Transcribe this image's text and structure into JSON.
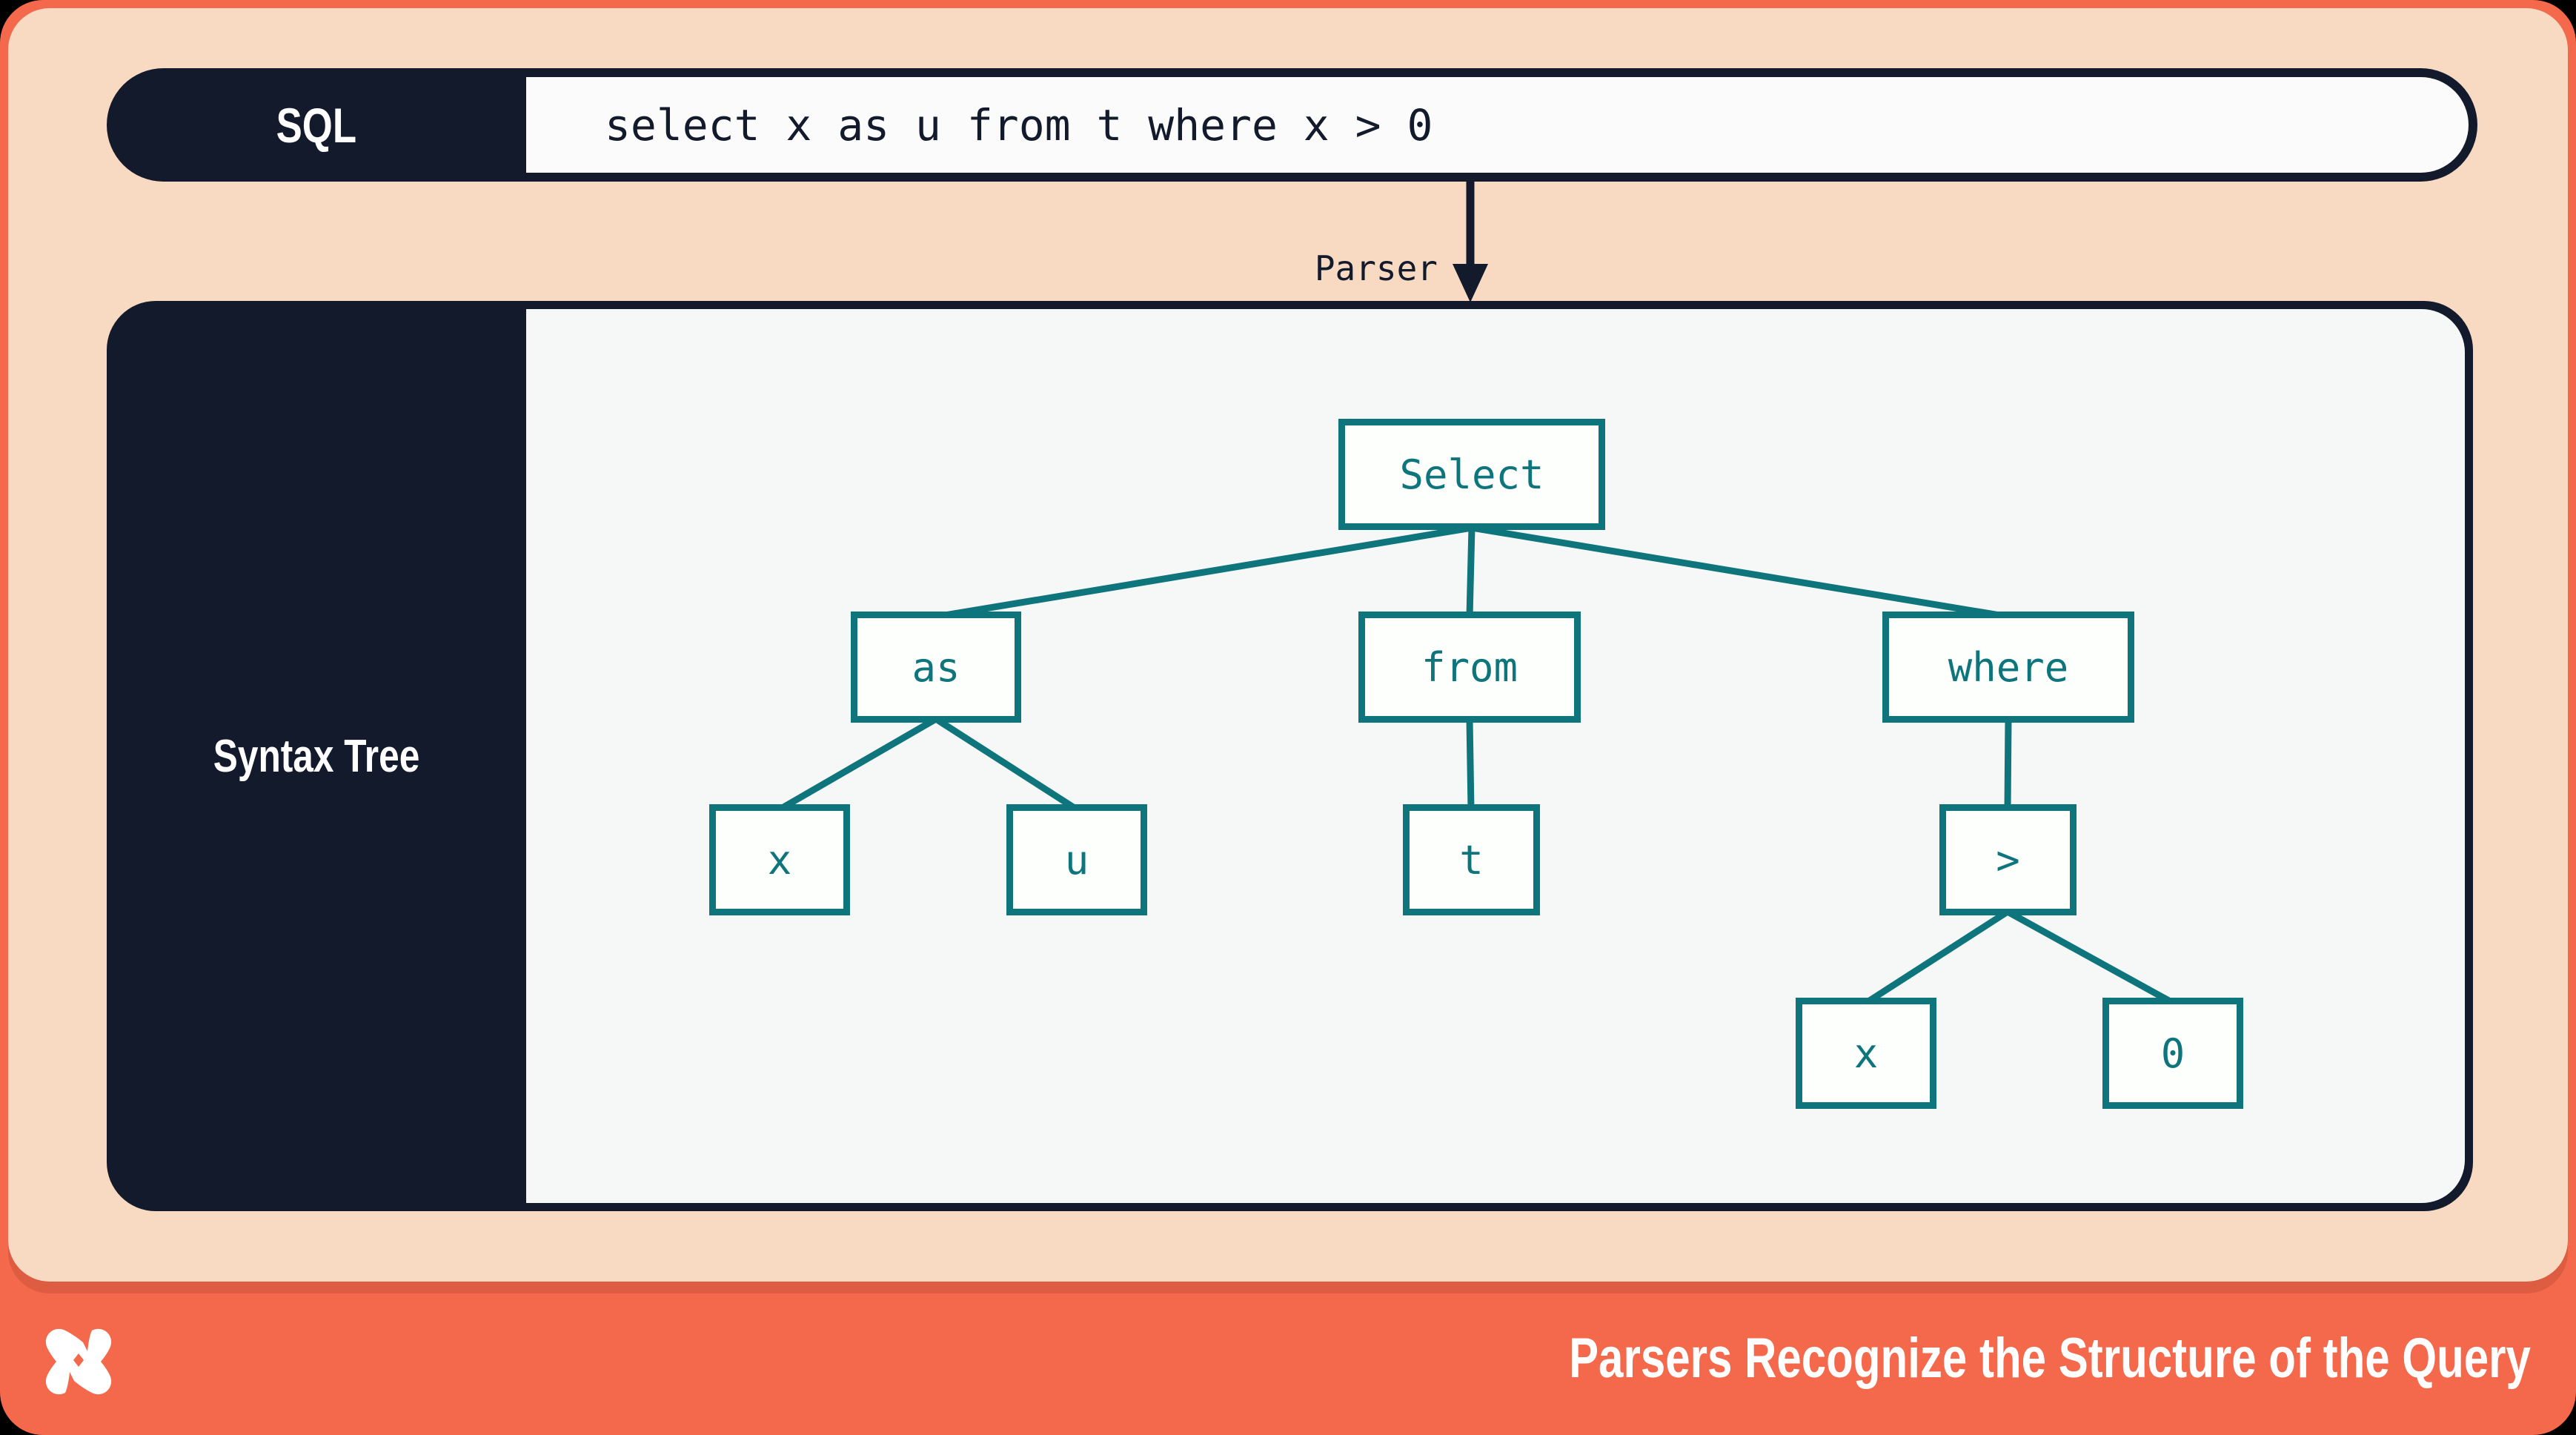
{
  "slide": {
    "sql_bar": {
      "label": "SQL",
      "code": "select x as u from t where x > 0"
    },
    "parser_arrow": {
      "label": "Parser"
    },
    "syntax_tree_panel": {
      "label": "Syntax Tree",
      "nodes": [
        {
          "id": "select",
          "label": "Select"
        },
        {
          "id": "as",
          "label": "as"
        },
        {
          "id": "from",
          "label": "from"
        },
        {
          "id": "where",
          "label": "where"
        },
        {
          "id": "x-alias",
          "label": "x"
        },
        {
          "id": "u",
          "label": "u"
        },
        {
          "id": "t",
          "label": "t"
        },
        {
          "id": "gt",
          "label": ">"
        },
        {
          "id": "x-cond",
          "label": "x"
        },
        {
          "id": "zero",
          "label": "0"
        }
      ],
      "edges": [
        [
          "select",
          "as"
        ],
        [
          "select",
          "from"
        ],
        [
          "select",
          "where"
        ],
        [
          "as",
          "x-alias"
        ],
        [
          "as",
          "u"
        ],
        [
          "from",
          "t"
        ],
        [
          "where",
          "gt"
        ],
        [
          "gt",
          "x-cond"
        ],
        [
          "gt",
          "zero"
        ]
      ]
    },
    "footer": {
      "caption": "Parsers Recognize the Structure of the Query",
      "logo_icon": "dolt-x-logo"
    },
    "colors": {
      "frame_orange": "#f4684b",
      "background_peach": "#f8d9c2",
      "ink_navy": "#131a2b",
      "tree_teal": "#0e757c",
      "panel_white": "#f6f8f7"
    }
  }
}
